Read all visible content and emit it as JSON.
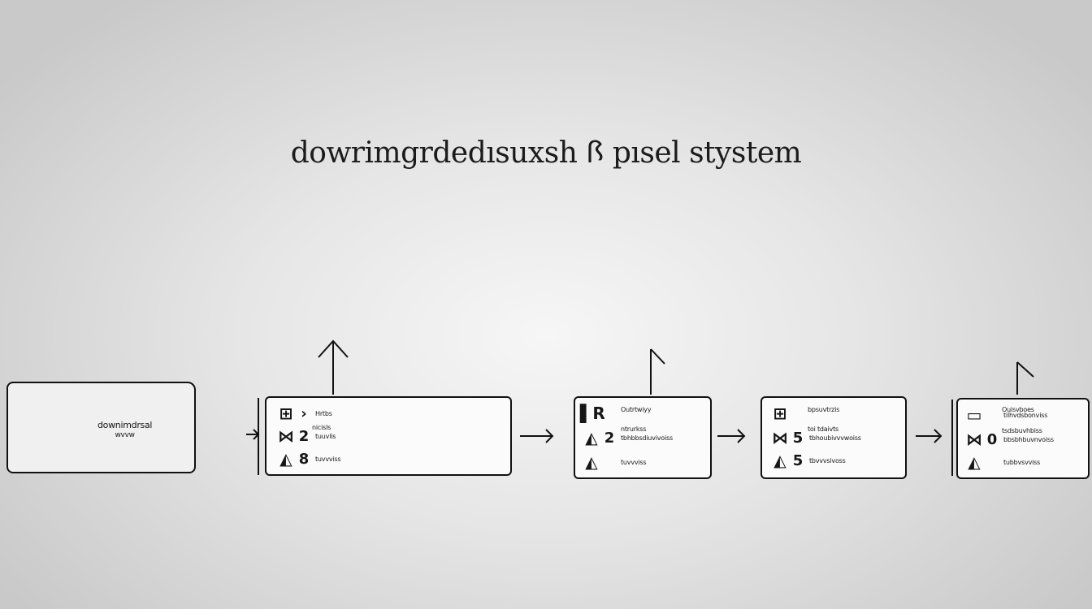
{
  "title": "dowrimgrdedısuxsh ꟗ pısel stystem",
  "start_card": {
    "label": "downimdrsal",
    "sublabel": "wvvw"
  },
  "box1": {
    "rows": [
      {
        "glyph": "⊞",
        "num": "›",
        "text": "Hrtbs"
      },
      {
        "glyph": "⋈",
        "num": "2",
        "text": "tuuvlis"
      },
      {
        "glyph": "◭",
        "num": "8",
        "text": "tuvvviss"
      }
    ],
    "sub_header": "nicisls"
  },
  "box2": {
    "header": "Outrtwiyy",
    "rows": [
      {
        "glyph": "▌R",
        "num": "",
        "text": ""
      },
      {
        "glyph": "◭",
        "num": "2",
        "text": "tbhbbsdiuvivoiss"
      },
      {
        "glyph": "◭",
        "num": "",
        "text": "tuvvviss"
      }
    ],
    "sub_header": "ntrurkss"
  },
  "box3": {
    "header": "bpsuvtrzis",
    "rows": [
      {
        "glyph": "⊞",
        "num": "",
        "text": ""
      },
      {
        "glyph": "⋈",
        "num": "5",
        "text": "tbhoubivvvwoiss"
      },
      {
        "glyph": "◭",
        "num": "5",
        "text": "tbvvvsivoss"
      }
    ],
    "sub_header": "toi tdaivts"
  },
  "box4": {
    "header": "Ouisvboes",
    "rows": [
      {
        "glyph": "▭",
        "num": "",
        "text": "tilhvdsbonviss"
      },
      {
        "glyph": "⋈",
        "num": "0",
        "text": "bbsbhbuvnvoiss"
      },
      {
        "glyph": "◭",
        "num": "",
        "text": "tubbvsvviss"
      }
    ],
    "sub_header": "tsdsbuvhbiss"
  },
  "colors": {
    "stroke": "#111111",
    "background": "#e6e6e6"
  }
}
